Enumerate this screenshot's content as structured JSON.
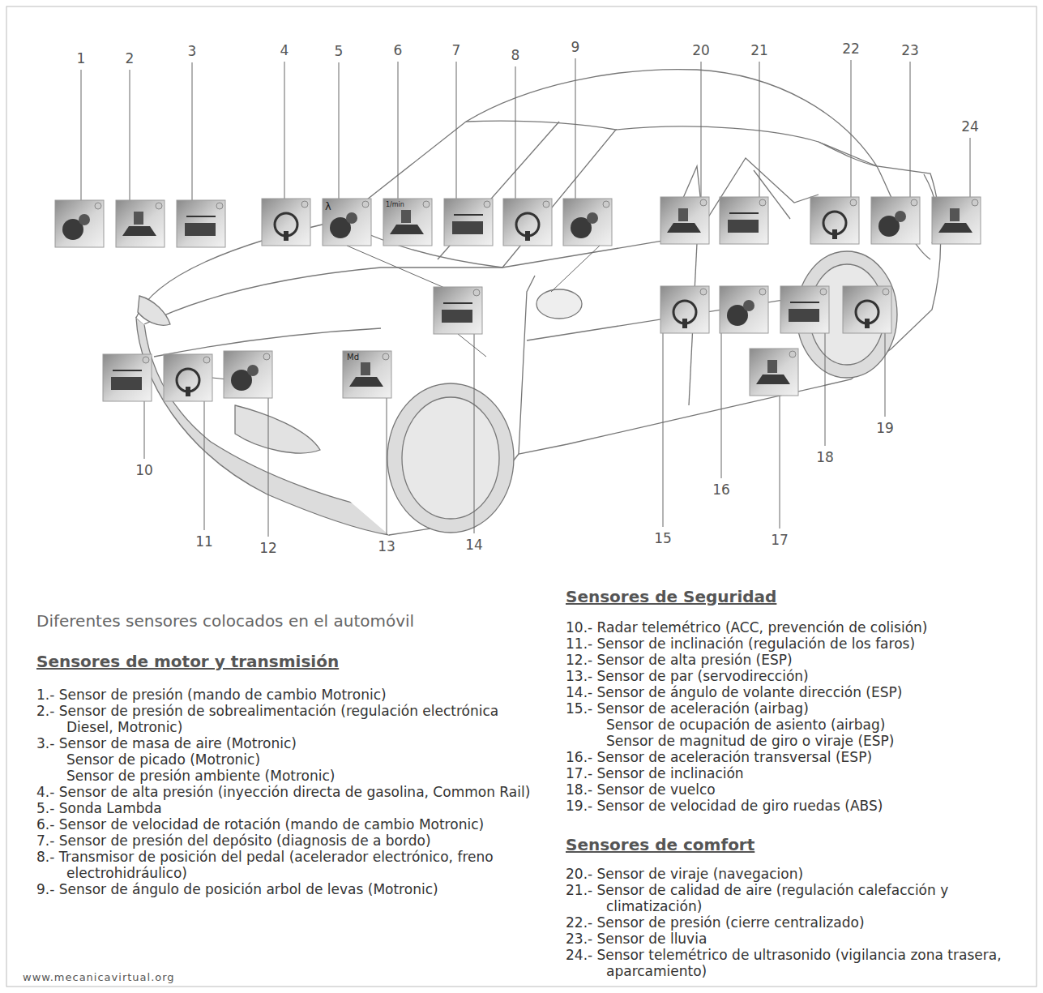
{
  "diagram": {
    "caption": "Diferentes sensores colocados en el automóvil",
    "labels": [
      "1",
      "2",
      "3",
      "4",
      "5",
      "6",
      "7",
      "8",
      "9",
      "20",
      "21",
      "22",
      "23",
      "24",
      "10",
      "11",
      "12",
      "13",
      "14",
      "15",
      "16",
      "17",
      "18",
      "19",
      "λ",
      "1/min",
      "Md",
      "Sensores de motor y transmisión",
      "1.- Sensor de presión (mando de cambio Motronic)",
      "2.- Sensor de presión de sobrealimentación (regulación electrónica Diesel, Motronic)",
      "3.- Sensor de masa de aire (Motronic)",
      "Sensor de picado (Motronic)",
      "Sensor de presión ambiente (Motronic)",
      "4.- Sensor de alta presión (inyección directa de gasolina, Common Rail)",
      "5.- Sonda Lambda",
      "6.- Sensor de velocidad de rotación (mando de cambio Motronic)",
      "7.- Sensor de presión del depósito (diagnosis de a bordo)",
      "8.- Transmisor de posición del pedal (acelerador electrónico, freno electrohidráulico)",
      "9.- Sensor de ángulo de posición arbol de levas (Motronic)",
      "Sensores de Seguridad",
      "10.- Radar telemétrico (ACC, prevención de colisión)",
      "11.- Sensor de inclinación (regulación de los faros)",
      "12.- Sensor de alta presión (ESP)",
      "13.- Sensor de par (servodirección)",
      "14.- Sensor de ángulo de volante dirección (ESP)",
      "15.- Sensor de aceleración (airbag)",
      "Sensor de ocupación de asiento (airbag)",
      "Sensor de magnitud de giro o viraje (ESP)",
      "16.- Sensor de aceleración transversal (ESP)",
      "17.- Sensor de inclinación",
      "18.- Sensor de vuelco",
      "19.- Sensor de velocidad de giro ruedas (ABS)",
      "Sensores de comfort",
      "20.- Sensor de viraje (navegacion)",
      "21.- Sensor de calidad de aire (regulación calefacción y climatización)",
      "22.- Sensor de presión (cierre centralizado)",
      "23.- Sensor de lluvia",
      "24.- Sensor telemétrico de ultrasonido (vigilancia zona trasera, aparcamiento)",
      "www.mecanicavirtual.org"
    ]
  }
}
